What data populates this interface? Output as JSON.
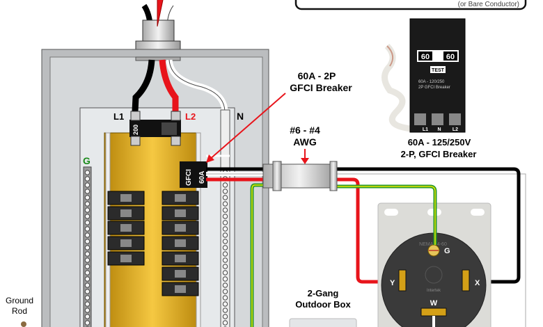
{
  "legend_box": {
    "note": "(or Bare Conductor)"
  },
  "panel": {
    "terminal_l1": "L1",
    "terminal_l2": "L2",
    "terminal_n": "N",
    "ground_bar_label": "G",
    "main_breaker_rating": "200",
    "gfci_breaker_text": "GFCI",
    "gfci_breaker_rating": "60A"
  },
  "callouts": {
    "breaker_line1": "60A - 2P",
    "breaker_line2": "GFCI Breaker",
    "wire_line1": "#6 - #4",
    "wire_line2": "AWG",
    "box_line1": "2-Gang",
    "box_line2": "Outdoor Box",
    "ground_line1": "Ground",
    "ground_line2": "Rod"
  },
  "product": {
    "rating_left": "60",
    "rating_right": "60",
    "test_label": "TEST",
    "face_line1": "60A - 120/250",
    "face_line2": "2P GFCI Breaker",
    "term_l1": "L1",
    "term_n": "N",
    "term_l2": "L2",
    "caption_line1": "60A - 125/250V",
    "caption_line2": "2-P, GFCI Breaker"
  },
  "receptacle": {
    "model": "NEMA 14-60",
    "brand": "Intertek",
    "terminal_g": "G",
    "terminal_y": "Y",
    "terminal_x": "X",
    "terminal_w": "W"
  },
  "colors": {
    "hot1": "#000000",
    "hot2": "#e8141b",
    "neutral": "#ffffff",
    "ground": "#2a9a2a",
    "bus": "#d9a520",
    "callout": "#e8141b"
  }
}
